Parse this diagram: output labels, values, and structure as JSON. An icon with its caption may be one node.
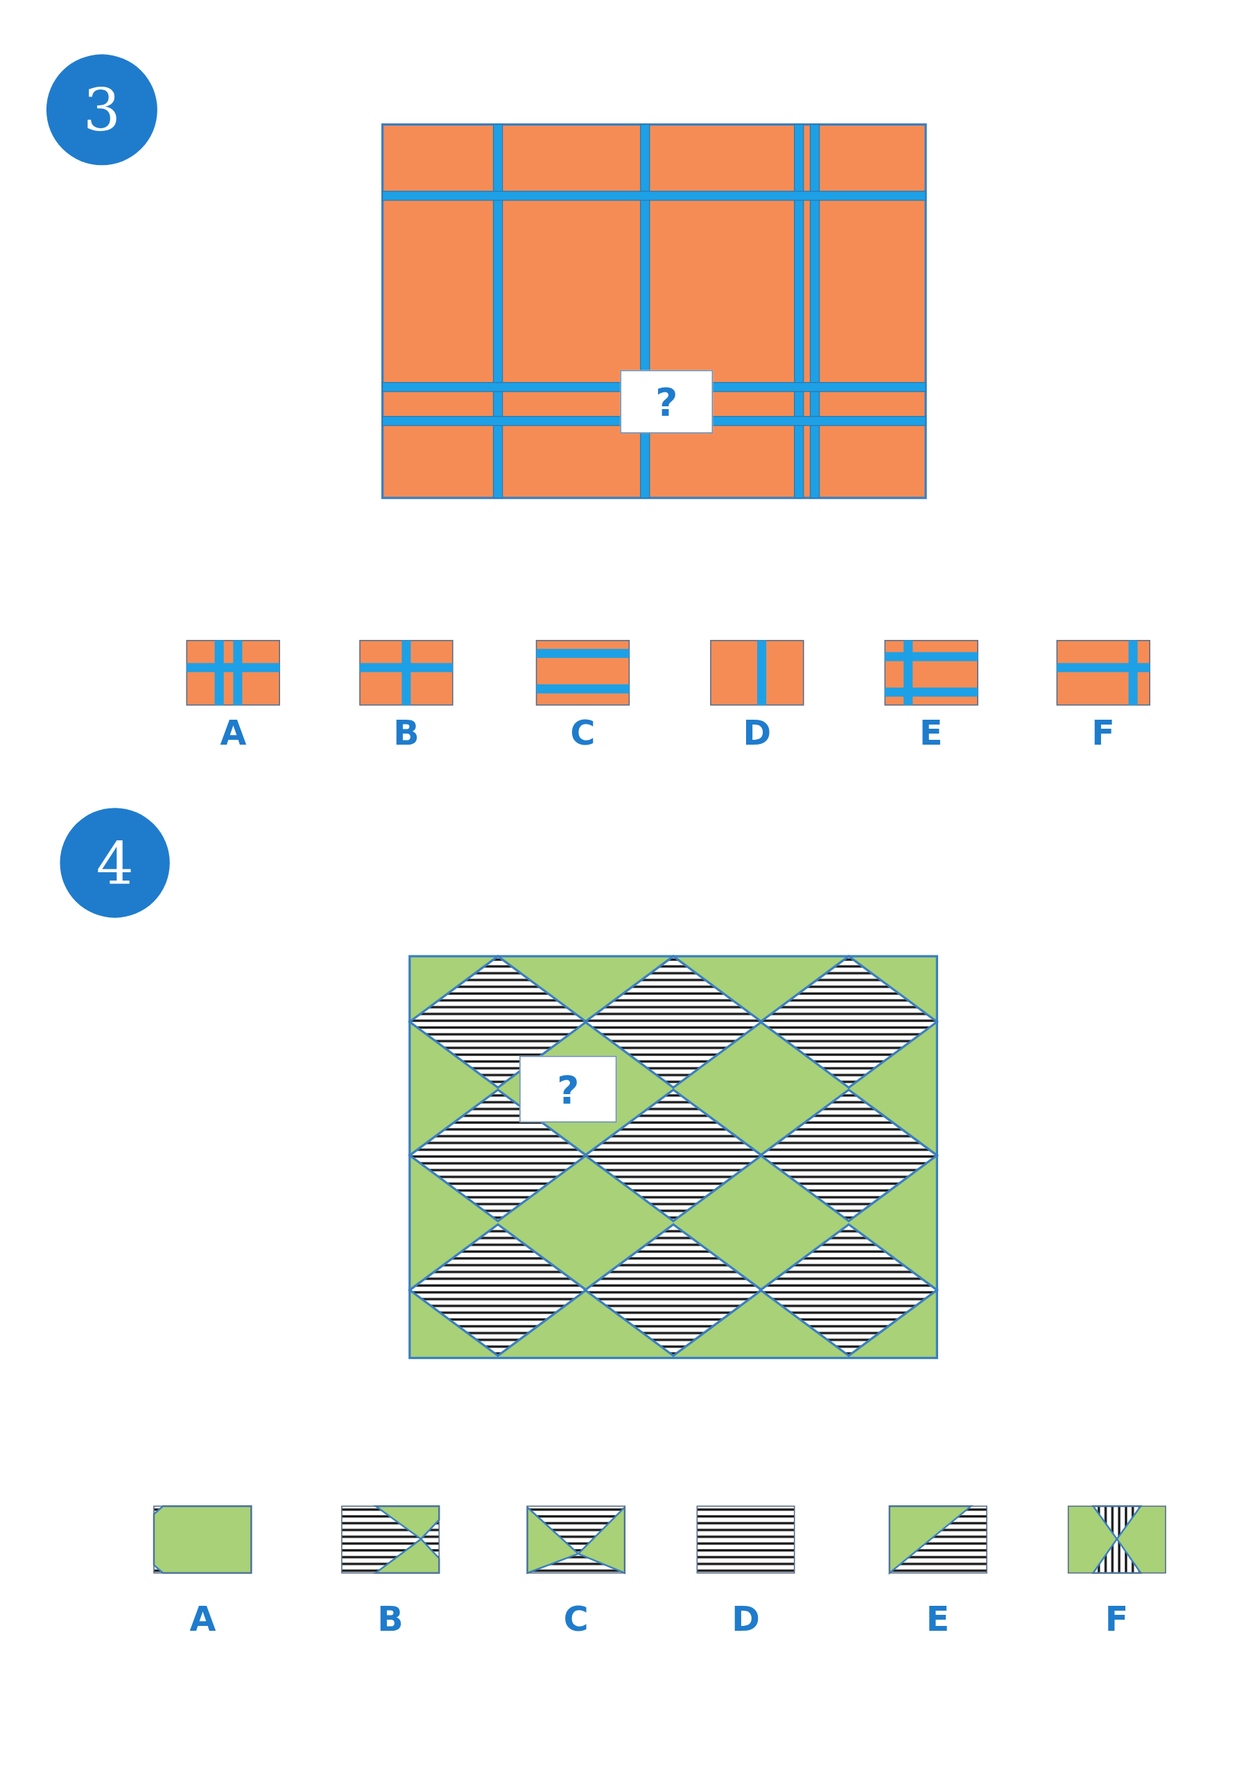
{
  "diagram": {
    "nodes": [
      {
        "text": [
          "3"
        ]
      },
      {
        "text": [
          "?"
        ]
      },
      {
        "text": [
          "4"
        ]
      },
      {
        "text": [
          "?"
        ]
      }
    ],
    "labels": [
      "A",
      "B",
      "C",
      "D",
      "E",
      "F",
      "A",
      "B",
      "C",
      "D",
      "E",
      "F"
    ]
  }
}
